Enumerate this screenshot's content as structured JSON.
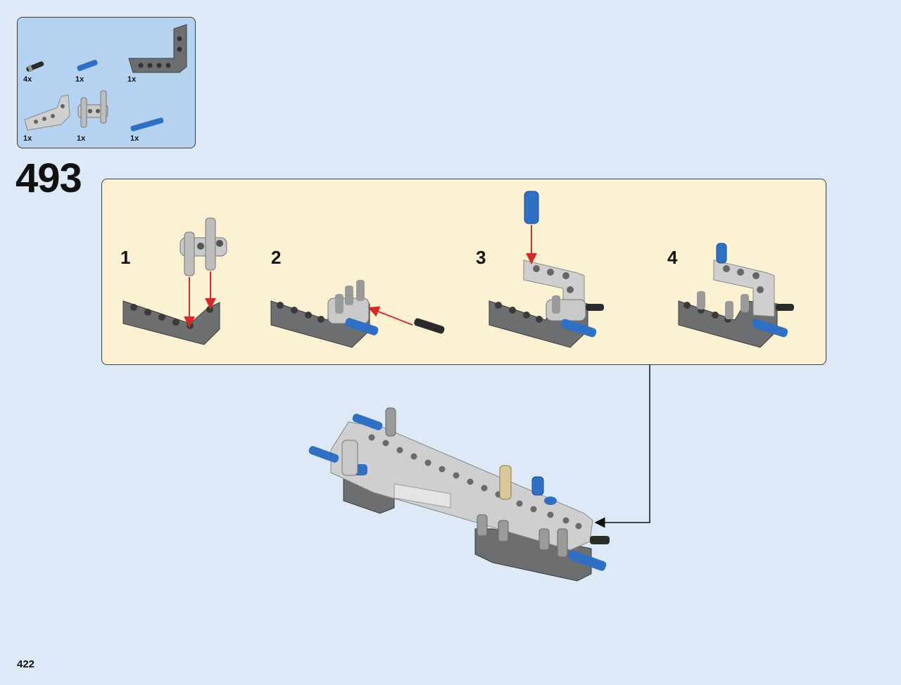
{
  "parts_list": {
    "items": [
      {
        "qty": "4x",
        "name": "black-friction-pin-icon"
      },
      {
        "qty": "1x",
        "name": "blue-axle-pin-icon"
      },
      {
        "qty": "1x",
        "name": "grey-l-beam-icon"
      },
      {
        "qty": "1x",
        "name": "light-grey-angled-beam-icon"
      },
      {
        "qty": "1x",
        "name": "double-cross-block-icon"
      },
      {
        "qty": "1x",
        "name": "blue-long-axle-pin-icon"
      }
    ]
  },
  "step": {
    "number": "493"
  },
  "substeps": [
    {
      "label": "1"
    },
    {
      "label": "2"
    },
    {
      "label": "3"
    },
    {
      "label": "4"
    }
  ],
  "colors": {
    "background": "#dde9f7",
    "parts_box": "#b5d3f1",
    "subpanel": "#fdf1d3",
    "arrow": "#d52a2a",
    "beam_dark": "#6d6e70",
    "beam_light": "#c9c9c9",
    "pin_blue": "#2f6fc4"
  },
  "page": {
    "number": "422"
  }
}
